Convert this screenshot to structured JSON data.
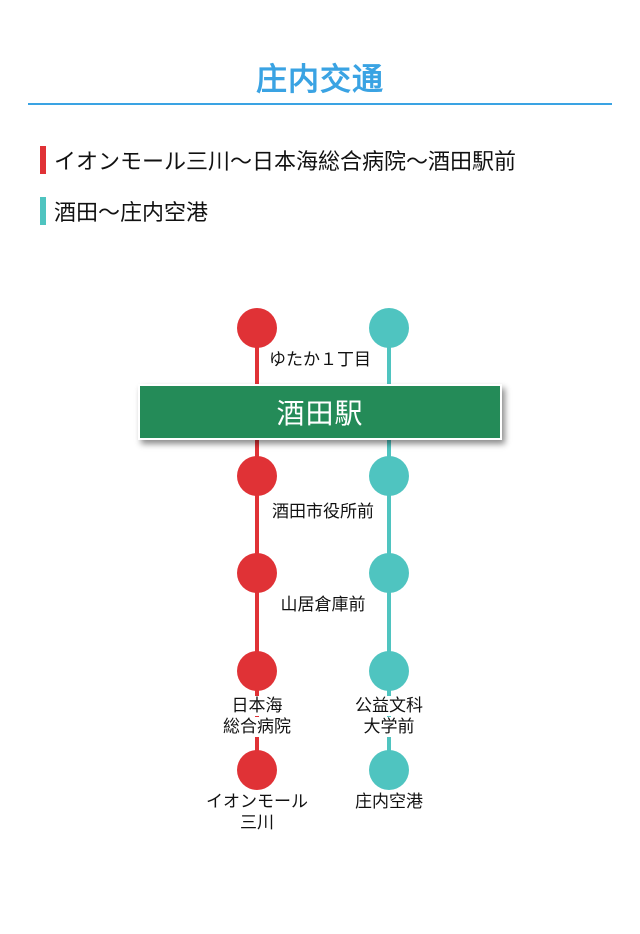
{
  "header": {
    "title": "庄内交通"
  },
  "legend": [
    {
      "label": "イオンモール三川〜日本海総合病院〜酒田駅前",
      "color": "#e03236"
    },
    {
      "label": "酒田〜庄内空港",
      "color": "#4fc4c0"
    }
  ],
  "lines": {
    "red_color": "#e03236",
    "teal_color": "#4fc4c0",
    "station_color": "#248b58"
  },
  "station": {
    "name": "酒田駅"
  },
  "stops": {
    "yutaka": "ゆたか１丁目",
    "shiyakusho": "酒田市役所前",
    "sankyo": "山居倉庫前",
    "hospital_1": "日本海",
    "hospital_2": "総合病院",
    "koeki_1": "公益文科",
    "koeki_2": "大学前",
    "aeon_1": "イオンモール",
    "aeon_2": "三川",
    "airport": "庄内空港"
  }
}
